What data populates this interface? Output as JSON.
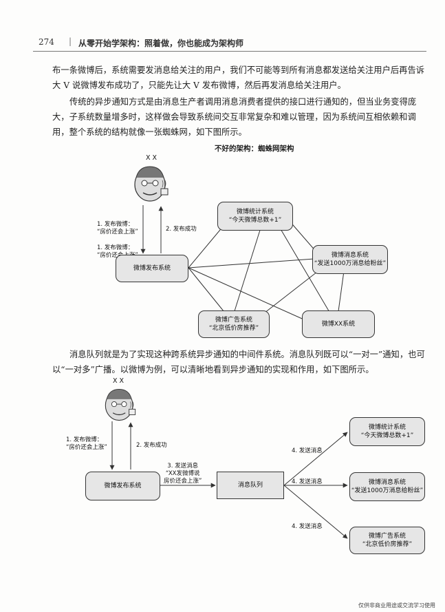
{
  "header": {
    "page_number": "274",
    "separator": "|",
    "book_title": "从零开始学架构：照着做，你也能成为架构师"
  },
  "paragraphs": [
    "布一条微博后，系统需要发消息给关注的用户，我们不可能等到所有消息都发送给关注用户后再告诉大 V 说微博发布成功了，只能先让大 V 发布微博，然后再发消息给关注用户。",
    "传统的异步通知方式是由消息生产者调用消息消费者提供的接口进行通知的，但当业务变得庞大，子系统数量增多时，这样做会导致系统间交互非常复杂和难以管理，因为系统间互相依赖和调用，整个系统的结构就像一张蜘蛛网，如下图所示。",
    "消息队列就是为了实现这种跨系统异步通知的中间件系统。消息队列既可以“一对一”通知，也可以“一对多”广播。以微博为例，可以清晰地看到异步通知的实现和作用，如下图所示。"
  ],
  "diagram1": {
    "title": "不好的架构：蜘蛛网架构",
    "user_label": "X X",
    "publish": "微博发布系统",
    "stats": [
      "微博统计系统",
      "“今天微博总数+1”"
    ],
    "msg": [
      "微博消息系统",
      "“发送1000万消息给粉丝”"
    ],
    "ads": [
      "微博广告系统",
      "“北京低价房推荐”"
    ],
    "xx": "微博XX系统",
    "lbl_post_a": [
      "1. 发布微博：",
      "“房价还会上涨”"
    ],
    "lbl_post_b": [
      "1. 发布微博：",
      "“房价还会上涨”"
    ],
    "lbl_ok": "2. 发布成功"
  },
  "diagram2": {
    "user_label": "X X",
    "publish": "微博发布系统",
    "queue": "消息队列",
    "stats": [
      "微博统计系统",
      "“今天微博总数+1”"
    ],
    "msg": [
      "微博消息系统",
      "“发送1000万消息给粉丝”"
    ],
    "ads": [
      "微博广告系统",
      "“北京低价房推荐”"
    ],
    "lbl_post": [
      "1. 发布微博：",
      "“房价还会上涨”"
    ],
    "lbl_ok": "2. 发布成功",
    "lbl_send": [
      "3. 发送消息",
      "“XX发微博说",
      "房价还会上涨”"
    ],
    "lbl_deliver": "4. 发送消息"
  },
  "footer": "仅供非商业用途或交流学习使用"
}
